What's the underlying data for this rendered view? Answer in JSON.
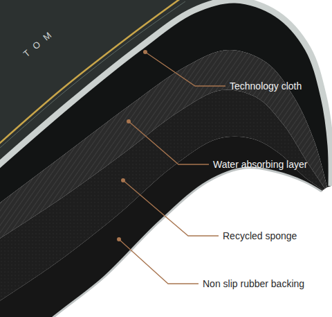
{
  "diagram": {
    "labels": [
      "T O M",
      "Technology cloth",
      "Water absorbing layer",
      "Recycled sponge",
      "Non slip rubber backing"
    ]
  }
}
